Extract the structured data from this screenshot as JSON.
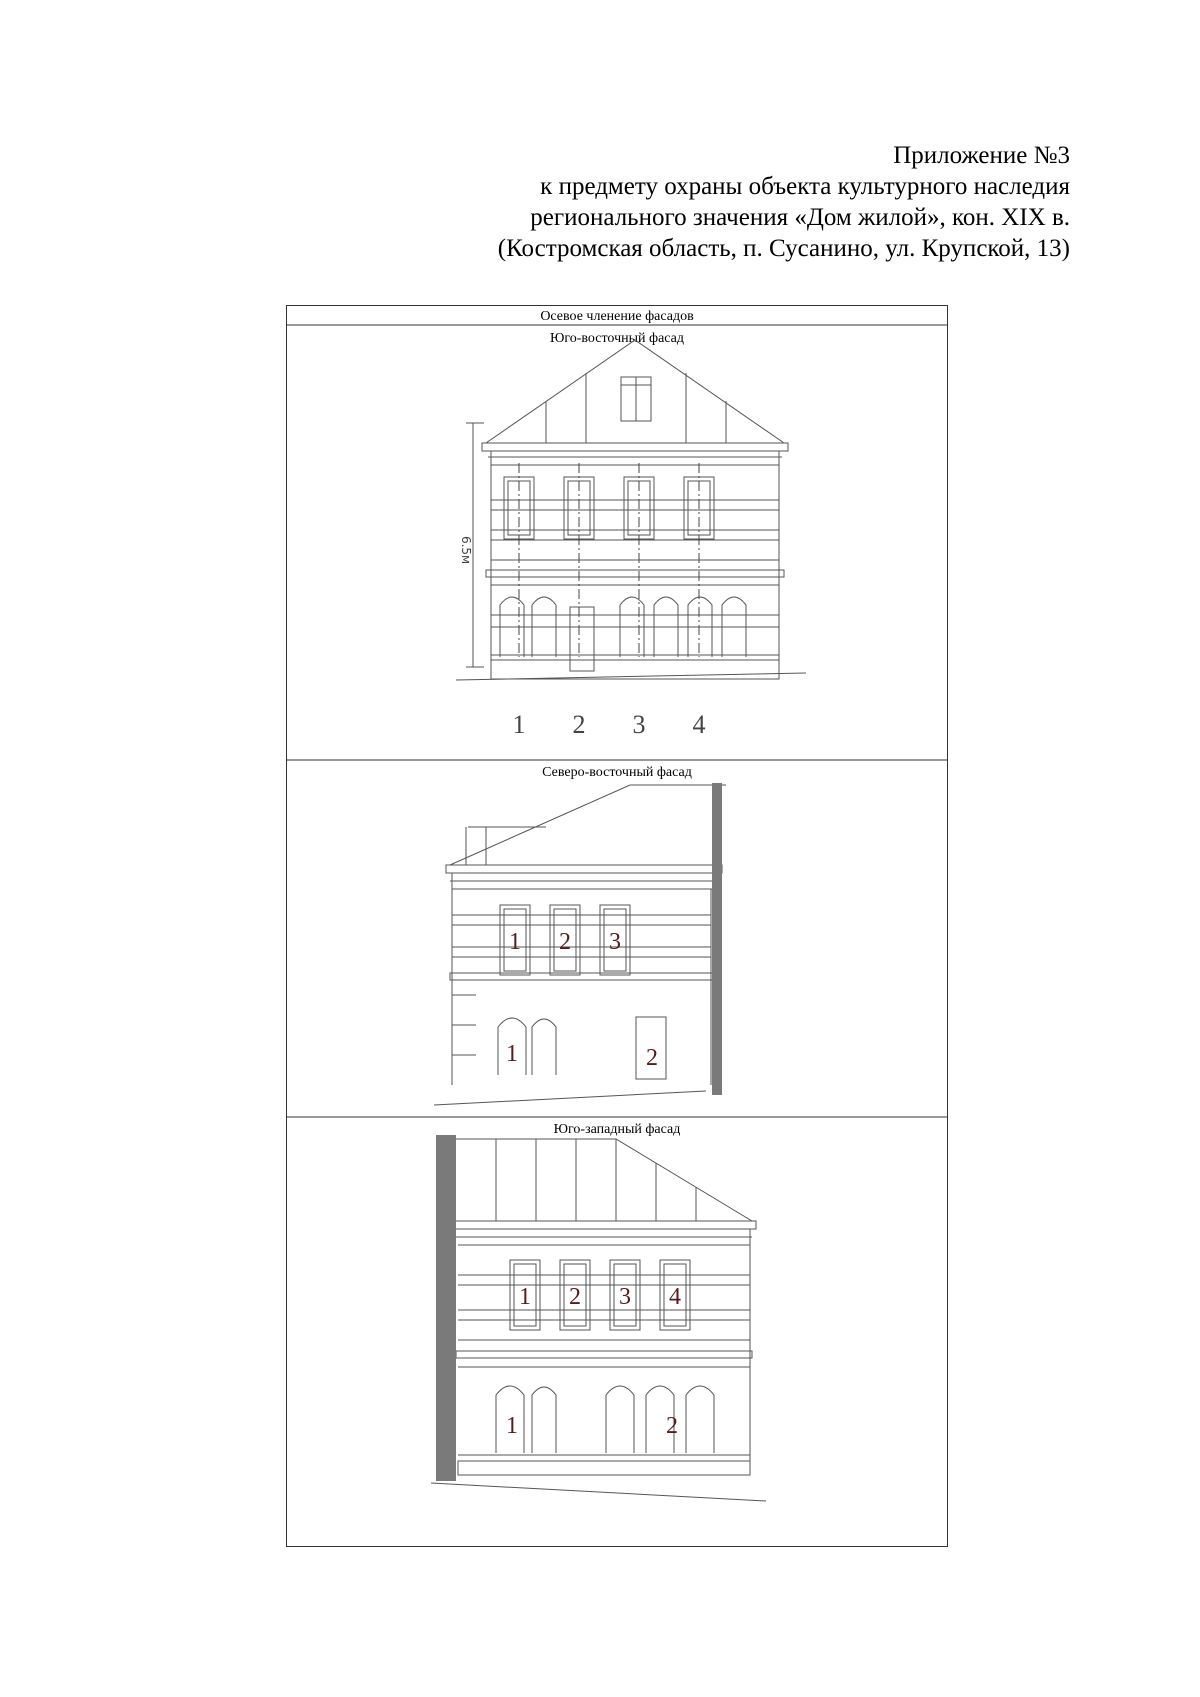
{
  "header": {
    "line1": "Приложение №3",
    "line2": "к предмету охраны объекта культурного наследия",
    "line3": "регионального значения «Дом жилой», кон. XIX в.",
    "line4": "(Костромская область, п. Сусанино, ул. Крупской, 13)"
  },
  "table": {
    "title": "Осевое членение фасадов",
    "sections": [
      {
        "title": "Юго-восточный фасад",
        "dimension_label": "6.5м",
        "axis_labels": [
          "1",
          "2",
          "3",
          "4"
        ]
      },
      {
        "title": "Северо-восточный фасад",
        "upper_labels": [
          "1",
          "2",
          "3"
        ],
        "lower_labels": [
          "1",
          "2"
        ]
      },
      {
        "title": "Юго-западный фасад",
        "upper_labels": [
          "1",
          "2",
          "3",
          "4"
        ],
        "lower_labels": [
          "1",
          "2"
        ]
      }
    ]
  },
  "colors": {
    "line": "#555555",
    "wall": "#7a7a7a",
    "label": "#5a1a1a"
  }
}
